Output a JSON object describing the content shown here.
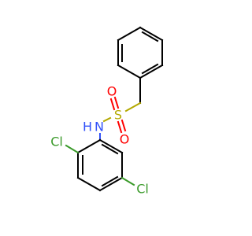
{
  "molecule": {
    "atoms": {
      "cl1": {
        "symbol": "Cl",
        "color": "#3a9a2a"
      },
      "cl2": {
        "symbol": "Cl",
        "color": "#3a9a2a"
      },
      "n": {
        "symbol": "N",
        "color": "#3050f8"
      },
      "h": {
        "symbol": "H",
        "color": "#3050f8"
      },
      "s": {
        "symbol": "S",
        "color": "#b3a800"
      },
      "o1": {
        "symbol": "O",
        "color": "#ff0000"
      },
      "o2": {
        "symbol": "O",
        "color": "#ff0000"
      }
    }
  }
}
